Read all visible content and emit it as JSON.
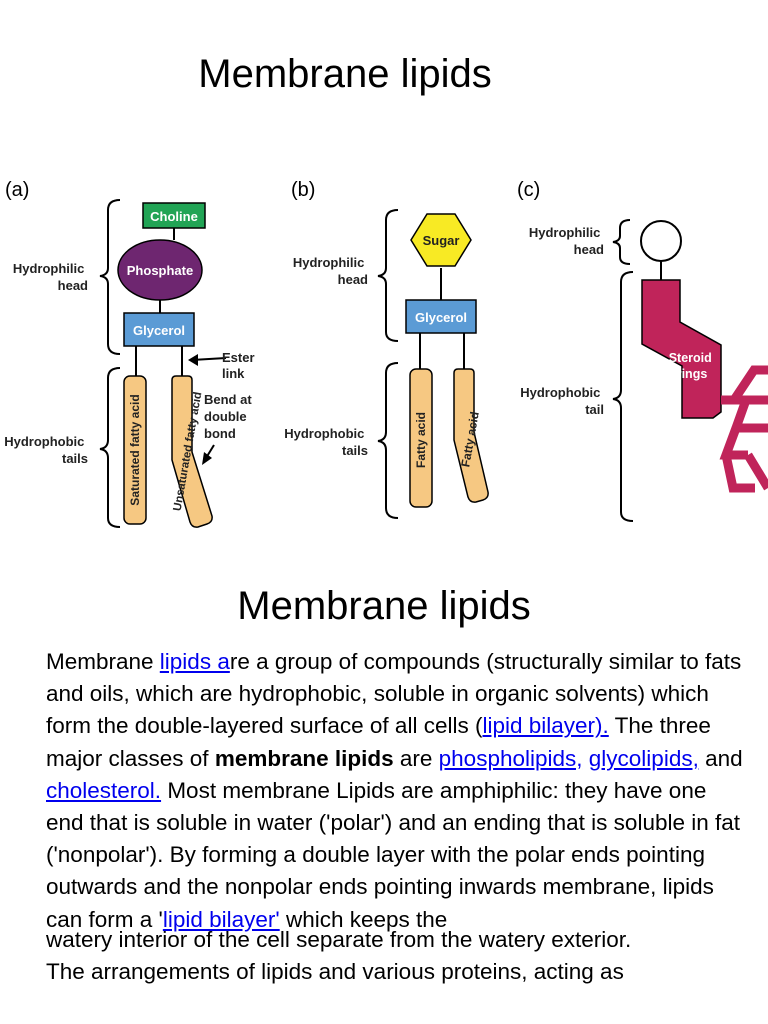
{
  "slide_title": "Membrane lipids",
  "figure": {
    "panel_a": {
      "letter": "(a)",
      "head_label": [
        "Hydrophilic",
        "head"
      ],
      "tail_label": [
        "Hydrophobic",
        "tails"
      ],
      "choline": "Choline",
      "phosphate": "Phosphate",
      "glycerol": "Glycerol",
      "ester_link": [
        "Ester",
        "link"
      ],
      "bend_note": [
        "Bend at",
        "double",
        "bond"
      ],
      "saturated": "Saturated fatty acid",
      "unsaturated": "Unsaturated fatty acid"
    },
    "panel_b": {
      "letter": "(b)",
      "head_label": [
        "Hydrophilic",
        "head"
      ],
      "tail_label": [
        "Hydrophobic",
        "tails"
      ],
      "sugar": "Sugar",
      "glycerol": "Glycerol",
      "fatty_acid_1": "Fatty acid",
      "fatty_acid_2": "Fatty acid"
    },
    "panel_c": {
      "letter": "(c)",
      "head_label": [
        "Hydrophilic",
        "head"
      ],
      "tail_label": [
        "Hydrophobic",
        "tail"
      ],
      "steroid": [
        "Steroid",
        "rings"
      ]
    },
    "colors": {
      "choline": "#21a455",
      "phosphate": "#6e2670",
      "glycerol": "#5b9bd5",
      "fatty_acid": "#f6c882",
      "sugar": "#f8ea24",
      "steroid": "#c0245a"
    }
  },
  "section_title": "Membrane lipids",
  "body": {
    "p1_a": "Membrane ",
    "link_lipids": "lipids a",
    "p1_b": "re a group of compounds (structurally similar to fats and oils, which are hydrophobic, soluble in organic solvents) which form the double-layered surface of all cells (",
    "link_bilayer": "lipid bilayer).",
    "p1_c": " The three major classes of ",
    "bold_1": "membrane lipids",
    "p1_d": " are ",
    "link_phospho": "phospholipids,",
    "p1_e": " ",
    "link_glyco": "glycolipids,",
    "p1_f": " and ",
    "link_chol": "cholesterol.",
    "p1_g": " Most membrane Lipids are amphiphilic: they have one end that is soluble in water ('polar') and an ending that is soluble in fat ('nonpolar'). By forming a double layer with the polar ends pointing outwards and the nonpolar ends pointing inwards membrane, lipids can form a '",
    "link_bilayer2": "lipid bilayer'",
    "p1_h": " which keeps the",
    "p2": "watery interior of the cell separate from the watery exterior.",
    "p3": "The arrangements of lipids and various proteins, acting as"
  }
}
